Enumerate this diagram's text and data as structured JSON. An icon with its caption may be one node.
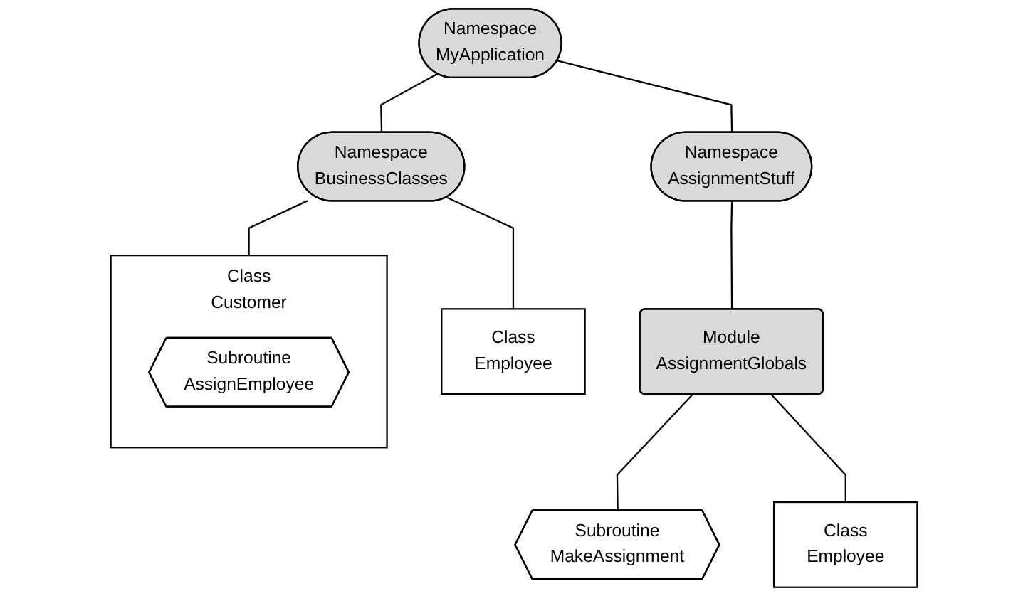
{
  "diagram": {
    "nodes": [
      {
        "text": [
          "Namespace",
          "MyApplication"
        ]
      },
      {
        "text": [
          "Namespace",
          "BusinessClasses"
        ]
      },
      {
        "text": [
          "Namespace",
          "AssignmentStuff"
        ]
      },
      {
        "text": [
          "Class",
          "Employee"
        ]
      },
      {
        "text": [
          "Class",
          "Customer"
        ]
      },
      {
        "text": [
          "Subroutine",
          "AssignEmployee"
        ],
        "in": 4
      },
      {
        "text": [
          "Module",
          "AssignmentGlobals"
        ]
      },
      {
        "text": [
          "Subroutine",
          "MakeAssignment"
        ]
      },
      {
        "text": [
          "Class",
          "Employee"
        ]
      }
    ],
    "edges": [
      {
        "from": 0,
        "to": 1,
        "arrow": "none"
      },
      {
        "from": 0,
        "to": 2,
        "arrow": "none"
      },
      {
        "from": 1,
        "to": 3,
        "arrow": "none"
      },
      {
        "from": 1,
        "to": 4,
        "arrow": "none"
      },
      {
        "from": 2,
        "to": 6,
        "arrow": "none"
      },
      {
        "from": 6,
        "to": 7,
        "arrow": "none"
      },
      {
        "from": 6,
        "to": 8,
        "arrow": "none"
      }
    ]
  }
}
